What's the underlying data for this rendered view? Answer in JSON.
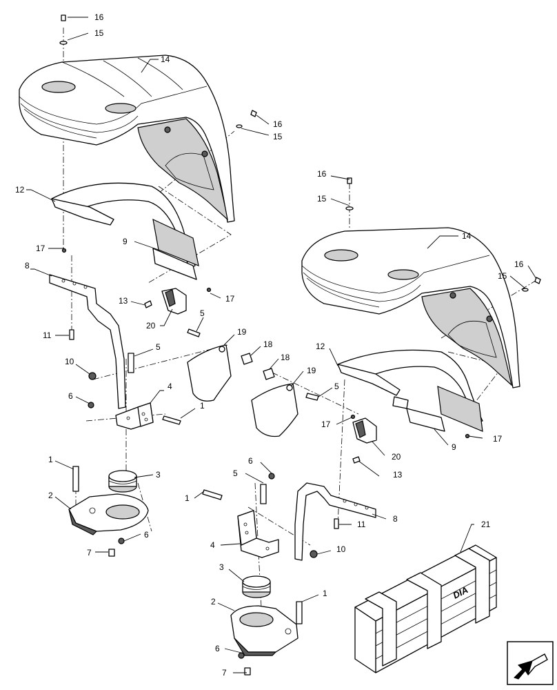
{
  "callouts": {
    "c16a": "16",
    "c15a": "15",
    "c14a": "14",
    "c16b": "16",
    "c15b": "15",
    "c12a": "12",
    "c17a": "17",
    "c9a": "9",
    "c8a": "8",
    "c13a": "13",
    "c17b": "17",
    "c20a": "20",
    "c11a": "11",
    "c5a": "5",
    "c19a": "19",
    "c18a": "18",
    "c5b": "5",
    "c10a": "10",
    "c6a": "6",
    "c4a": "4",
    "c1a": "1",
    "c1b": "1",
    "c3a": "3",
    "c2a": "2",
    "c6b": "6",
    "c7a": "7",
    "c16c": "16",
    "c15c": "15",
    "c14b": "14",
    "c16d": "16",
    "c15d": "15",
    "c12b": "12",
    "c18b": "18",
    "c19b": "19",
    "c5c": "5",
    "c17c": "17",
    "c17d": "17",
    "c9b": "9",
    "c20b": "20",
    "c13b": "13",
    "c6c": "6",
    "c5d": "5",
    "c1c": "1",
    "c8b": "8",
    "c11b": "11",
    "c4b": "4",
    "c10b": "10",
    "c3b": "3",
    "c1d": "1",
    "c2b": "2",
    "c6d": "6",
    "c7b": "7",
    "c21": "21"
  },
  "crate_marking": "DIA",
  "icons": {
    "navigation": "return-arrow-icon"
  },
  "colors": {
    "line": "#000000",
    "shade": "#cfcfcf",
    "background": "#ffffff"
  }
}
